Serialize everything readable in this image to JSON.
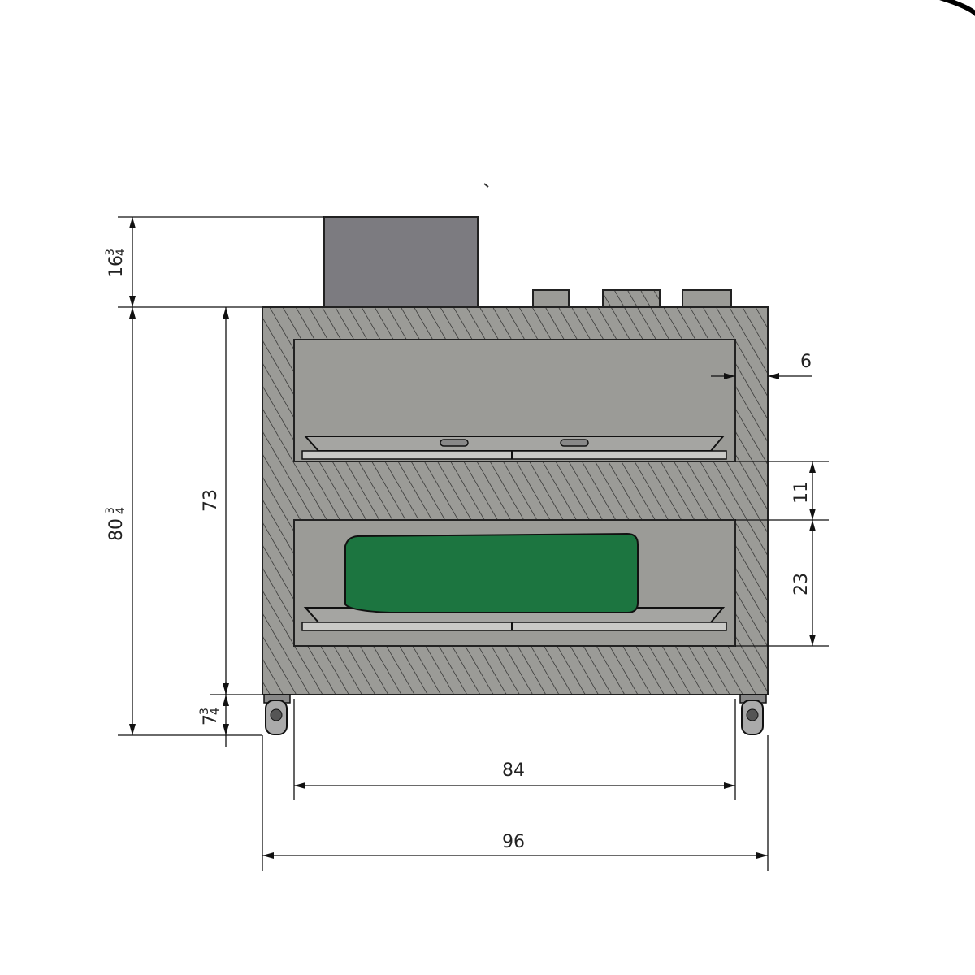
{
  "colors": {
    "body": "#9b9b97",
    "compressor": "#7c7b80",
    "product": "#1c7540",
    "line": "#111111"
  },
  "dimensions": {
    "compressor_height": {
      "whole": "16",
      "num": "3",
      "den": "4"
    },
    "total_height": {
      "whole": "80",
      "num": "3",
      "den": "4"
    },
    "cabinet_height": "73",
    "caster_height": {
      "whole": "7",
      "num": "3",
      "den": "4"
    },
    "inner_width": "84",
    "outer_width": "96",
    "wall_thickness": "6",
    "shelf_thickness": "11",
    "lower_compartment_height": "23"
  }
}
